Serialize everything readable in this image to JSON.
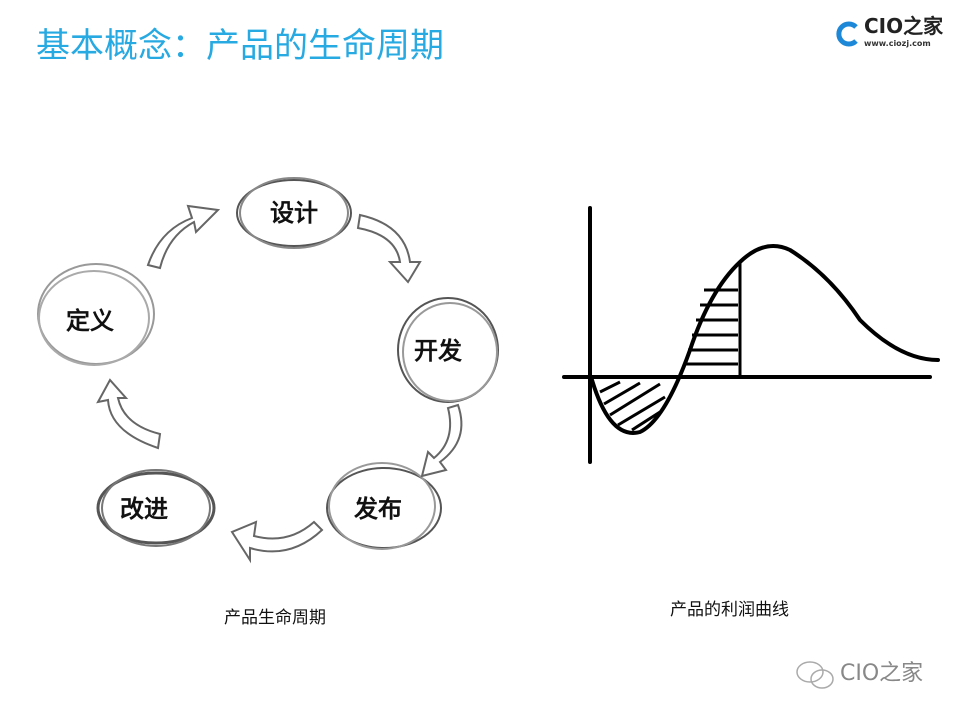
{
  "title": "基本概念：产品的生命周期",
  "logo": {
    "name": "CIO之家",
    "url": "www.ciozj.com"
  },
  "cycle": {
    "nodes": [
      "设计",
      "开发",
      "发布",
      "改进",
      "定义"
    ],
    "caption": "产品生命周期"
  },
  "profit_curve": {
    "caption": "产品的利润曲线"
  },
  "watermark": "CIO之家",
  "colors": {
    "title": "#27a9e1",
    "logo_blue": "#1e88d8"
  }
}
